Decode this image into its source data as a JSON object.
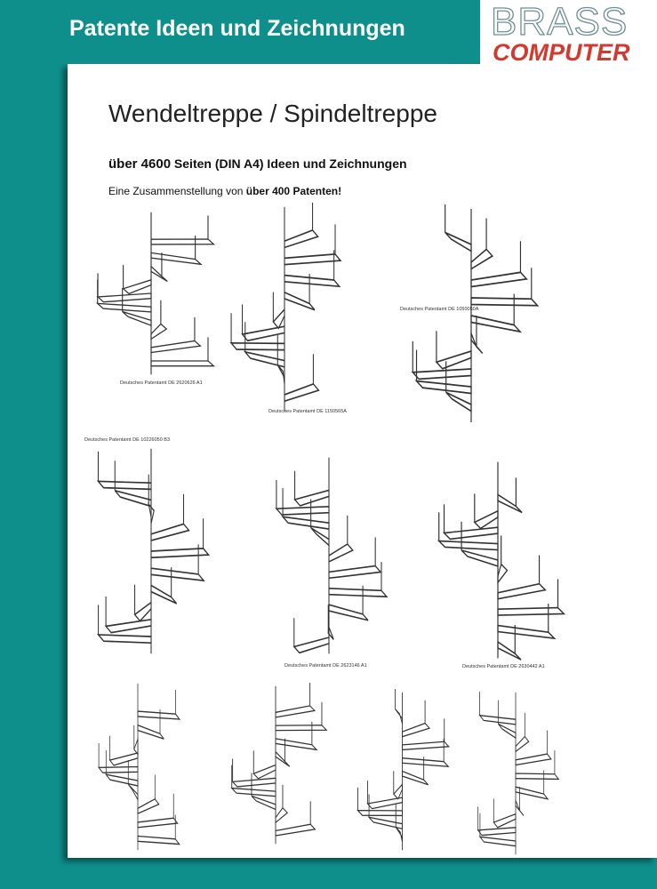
{
  "header": {
    "title": "Patente Ideen und Zeichnungen"
  },
  "logo": {
    "line1": "BRASS",
    "line2": "COMPUTER"
  },
  "main": {
    "title": "Wendeltreppe / Spindeltreppe",
    "subtitle_bold": "über 4600",
    "subtitle_rest": " Seiten (DIN A4) Ideen und Zeichnungen",
    "line_prefix": "Eine Zusammenstellung von ",
    "line_bold": "über 400 Patenten!"
  },
  "captions": [
    "Deutsches Patentamt DE 2620626 A1",
    "Deutsches Patentamt DE 1150565A",
    "Deutsches Patentamt DE 1050050A",
    "Deutsches Patentamt DE 10226050 B3",
    "Deutsches Patentamt DE 2623146 A1",
    "Deutsches Patentamt DE 2630442 A1"
  ],
  "colors": {
    "teal": "#0e8f8c",
    "logo_red": "#d33a2f"
  }
}
